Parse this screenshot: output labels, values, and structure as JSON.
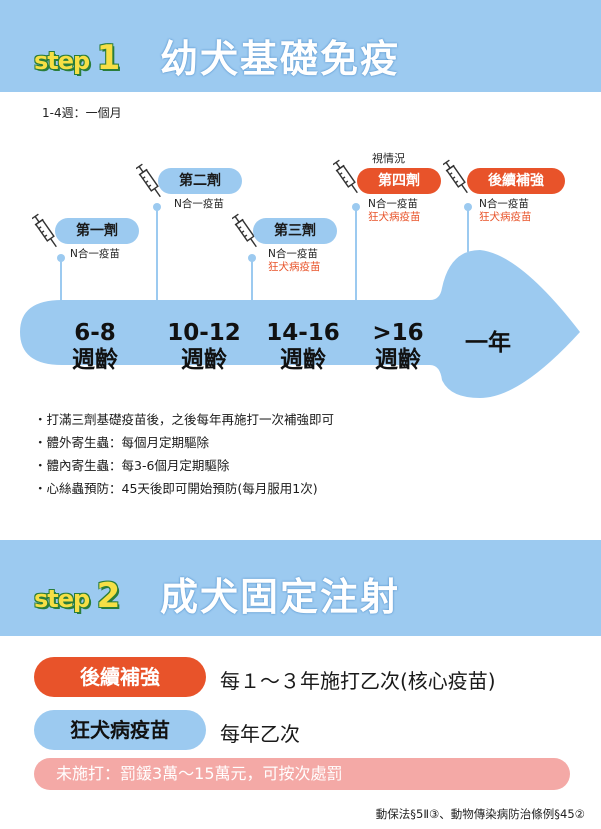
{
  "step1": {
    "step_word": "step",
    "step_num": "1",
    "title": "幼犬基礎免疫",
    "week_note": "1-4週：一個月",
    "optional_note": "視情況",
    "doses": [
      {
        "label": "第一劑",
        "vaccines": [
          "N合一疫苗"
        ],
        "extra": ""
      },
      {
        "label": "第二劑",
        "vaccines": [
          "N合一疫苗"
        ],
        "extra": ""
      },
      {
        "label": "第三劑",
        "vaccines": [
          "N合一疫苗"
        ],
        "extra": "狂犬病疫苗"
      },
      {
        "label": "第四劑",
        "vaccines": [
          "N合一疫苗"
        ],
        "extra": "狂犬病疫苗"
      },
      {
        "label": "後續補強",
        "vaccines": [
          "N合一疫苗"
        ],
        "extra": "狂犬病疫苗"
      }
    ],
    "ages": [
      {
        "top": "6-8",
        "bottom": "週齡"
      },
      {
        "top": "10-12",
        "bottom": "週齡"
      },
      {
        "top": "14-16",
        "bottom": "週齡"
      },
      {
        "top": ">16",
        "bottom": "週齡"
      },
      {
        "top": "一年",
        "bottom": ""
      }
    ],
    "bullets": [
      "打滿三劑基礎疫苗後，之後每年再施打一次補強即可",
      "體外寄生蟲：每個月定期驅除",
      "體內寄生蟲：每3-6個月定期驅除",
      "心絲蟲預防：45天後即可開始預防(每月服用1次)"
    ]
  },
  "step2": {
    "step_word": "step",
    "step_num": "2",
    "title": "成犬固定注射",
    "booster_label": "後續補強",
    "booster_text": "每１～３年施打乙次(核心疫苗)",
    "rabies_label": "狂犬病疫苗",
    "rabies_text": "每年乙次",
    "penalty": "未施打：罰鍰3萬～15萬元，可按次處罰",
    "law": "動保法§5Ⅱ③、動物傳染病防治條例§45②"
  },
  "colors": {
    "blue": "#9ccaf0",
    "orange": "#e8532a",
    "pink": "#f4a9a6",
    "step_yellow": "#f6df45",
    "step_green": "#2a7d3b"
  },
  "icons": [
    "syringe-icon"
  ]
}
